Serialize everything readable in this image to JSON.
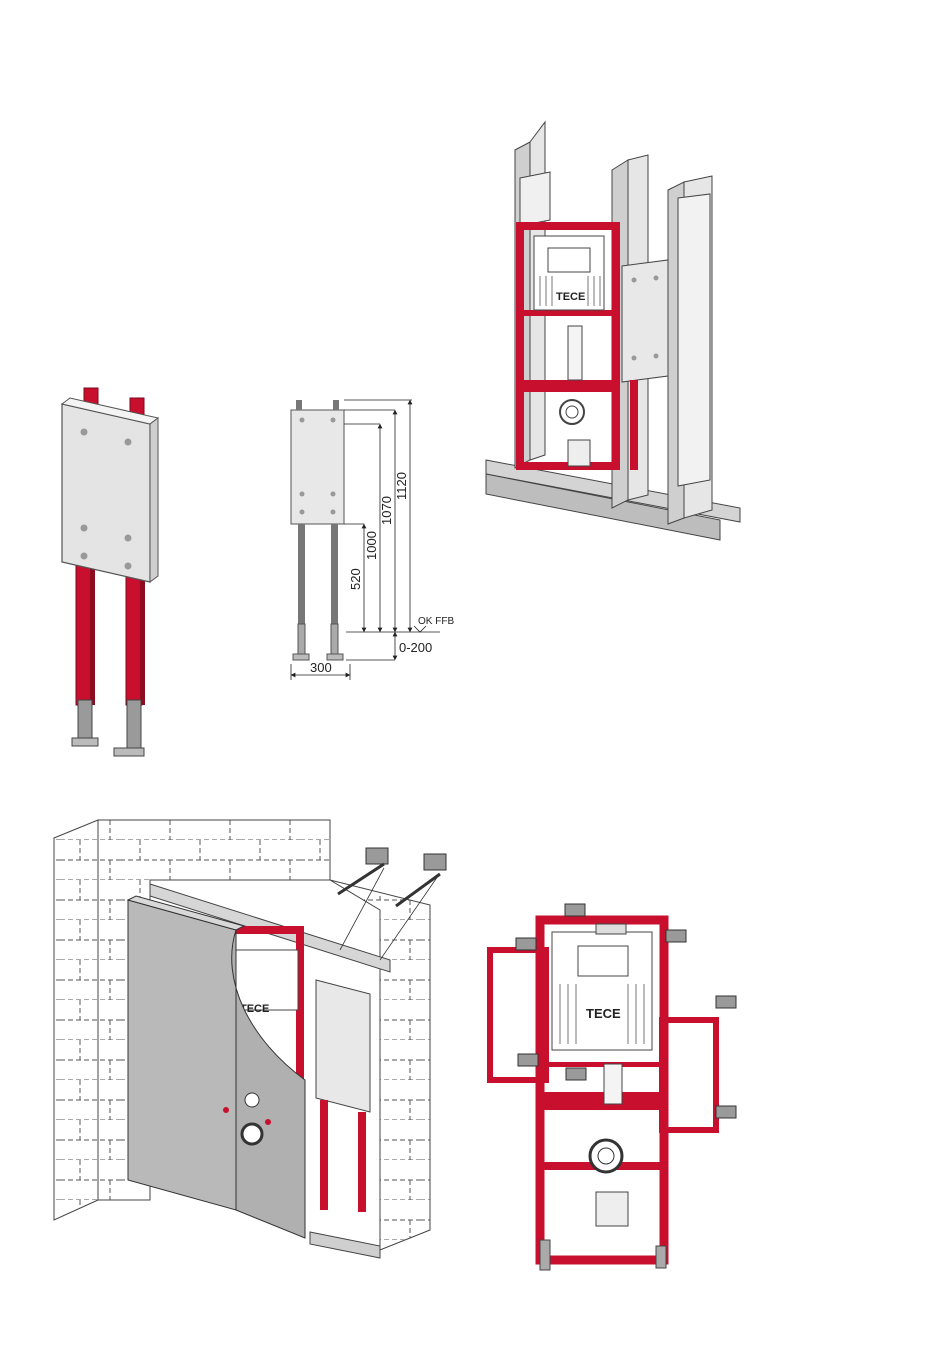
{
  "brand": {
    "logo_text": "TECE"
  },
  "dimensions": {
    "height_top": "1120",
    "height_board_top": "1070",
    "height_mid": "1000",
    "height_lower": "520",
    "floor_label": "OK FFB",
    "adjust_range": "0-200",
    "width": "300"
  },
  "colors": {
    "frame_red": "#c8102e",
    "panel_grey": "#e4e4e4",
    "steel": "#c7c7c7",
    "wall_line": "#555555"
  }
}
